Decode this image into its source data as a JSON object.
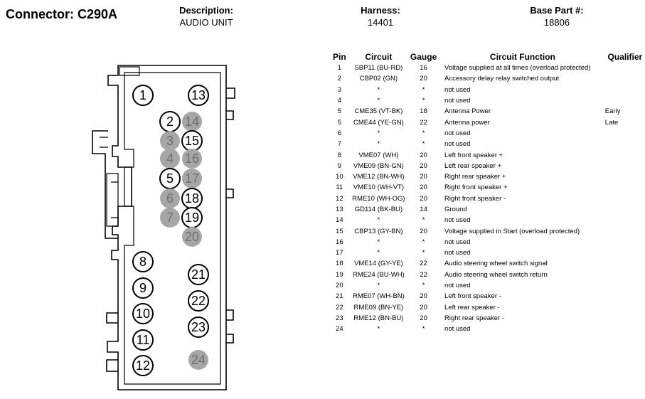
{
  "connector": {
    "label": "Connector: C290A"
  },
  "header": {
    "description": {
      "label": "Description:",
      "value": "AUDIO UNIT"
    },
    "harness": {
      "label": "Harness:",
      "value": "14401"
    },
    "base_part": {
      "label": "Base Part #:",
      "value": "18806"
    }
  },
  "table": {
    "columns": [
      "Pin",
      "Circuit",
      "Gauge",
      "Circuit Function",
      "Qualifier"
    ],
    "rows": [
      {
        "pin": "1",
        "circuit": "SBP11 (BU-RD)",
        "gauge": "16",
        "function": "Voltage supplied at all times (overload protected)",
        "qualifier": ""
      },
      {
        "pin": "2",
        "circuit": "CBP02 (GN)",
        "gauge": "20",
        "function": "Accessory delay relay switched output",
        "qualifier": ""
      },
      {
        "pin": "3",
        "circuit": "*",
        "gauge": "*",
        "function": "not used",
        "qualifier": ""
      },
      {
        "pin": "4",
        "circuit": "*",
        "gauge": "*",
        "function": "not used",
        "qualifier": ""
      },
      {
        "pin": "5",
        "circuit": "CME35 (VT-BK)",
        "gauge": "18",
        "function": "Antenna Power",
        "qualifier": "Early"
      },
      {
        "pin": "5",
        "circuit": "CME44 (YE-GN)",
        "gauge": "22",
        "function": "Antenna power",
        "qualifier": "Late"
      },
      {
        "pin": "6",
        "circuit": "*",
        "gauge": "*",
        "function": "not used",
        "qualifier": ""
      },
      {
        "pin": "7",
        "circuit": "*",
        "gauge": "*",
        "function": "not used",
        "qualifier": ""
      },
      {
        "pin": "8",
        "circuit": "VME07 (WH)",
        "gauge": "20",
        "function": "Left front speaker +",
        "qualifier": ""
      },
      {
        "pin": "9",
        "circuit": "VME09 (BN-GN)",
        "gauge": "20",
        "function": "Left rear speaker +",
        "qualifier": ""
      },
      {
        "pin": "10",
        "circuit": "VME12 (BN-WH)",
        "gauge": "20",
        "function": "Right rear speaker +",
        "qualifier": ""
      },
      {
        "pin": "11",
        "circuit": "VME10 (WH-VT)",
        "gauge": "20",
        "function": "Right front speaker +",
        "qualifier": ""
      },
      {
        "pin": "12",
        "circuit": "RME10 (WH-OG)",
        "gauge": "20",
        "function": "Right front speaker -",
        "qualifier": ""
      },
      {
        "pin": "13",
        "circuit": "GD114 (BK-BU)",
        "gauge": "14",
        "function": "Ground",
        "qualifier": ""
      },
      {
        "pin": "14",
        "circuit": "*",
        "gauge": "*",
        "function": "not used",
        "qualifier": ""
      },
      {
        "pin": "15",
        "circuit": "CBP13 (GY-BN)",
        "gauge": "20",
        "function": "Voltage supplied in Start (overload protected)",
        "qualifier": ""
      },
      {
        "pin": "16",
        "circuit": "*",
        "gauge": "*",
        "function": "not used",
        "qualifier": ""
      },
      {
        "pin": "17",
        "circuit": "*",
        "gauge": "*",
        "function": "not used",
        "qualifier": ""
      },
      {
        "pin": "18",
        "circuit": "VME14 (GY-YE)",
        "gauge": "22",
        "function": "Audio steering wheel switch signal",
        "qualifier": ""
      },
      {
        "pin": "19",
        "circuit": "RME24 (BU-WH)",
        "gauge": "22",
        "function": "Audio steering wheel switch return",
        "qualifier": ""
      },
      {
        "pin": "20",
        "circuit": "*",
        "gauge": "*",
        "function": "not used",
        "qualifier": ""
      },
      {
        "pin": "21",
        "circuit": "RME07 (WH-BN)",
        "gauge": "20",
        "function": "Left front speaker -",
        "qualifier": ""
      },
      {
        "pin": "22",
        "circuit": "RME09 (BN-YE)",
        "gauge": "20",
        "function": "Left rear speaker -",
        "qualifier": ""
      },
      {
        "pin": "23",
        "circuit": "RME12 (BN-BU)",
        "gauge": "20",
        "function": "Right rear speaker -",
        "qualifier": ""
      },
      {
        "pin": "24",
        "circuit": "*",
        "gauge": "*",
        "function": "not used",
        "qualifier": ""
      }
    ]
  },
  "diagram": {
    "pins": [
      {
        "label": "1",
        "used": true
      },
      {
        "label": "2",
        "used": true
      },
      {
        "label": "3",
        "used": false
      },
      {
        "label": "4",
        "used": false
      },
      {
        "label": "5",
        "used": true
      },
      {
        "label": "6",
        "used": false
      },
      {
        "label": "7",
        "used": false
      },
      {
        "label": "8",
        "used": true
      },
      {
        "label": "9",
        "used": true
      },
      {
        "label": "10",
        "used": true
      },
      {
        "label": "11",
        "used": true
      },
      {
        "label": "12",
        "used": true
      },
      {
        "label": "13",
        "used": true
      },
      {
        "label": "14",
        "used": false
      },
      {
        "label": "15",
        "used": true
      },
      {
        "label": "16",
        "used": false
      },
      {
        "label": "17",
        "used": false
      },
      {
        "label": "18",
        "used": true
      },
      {
        "label": "19",
        "used": true
      },
      {
        "label": "20",
        "used": false
      },
      {
        "label": "21",
        "used": true
      },
      {
        "label": "22",
        "used": true
      },
      {
        "label": "23",
        "used": true
      },
      {
        "label": "24",
        "used": false
      }
    ],
    "colors": {
      "unused_fill": "#a6a6a6",
      "unused_text": "#6e6e6e",
      "outline": "#000000"
    }
  }
}
